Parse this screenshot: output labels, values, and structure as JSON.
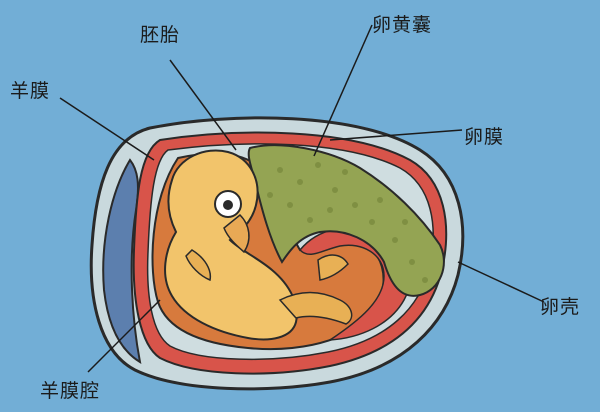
{
  "labels": {
    "embryo": "胚胎",
    "yolk_sac": "卵黄囊",
    "amnion": "羊膜",
    "egg_membrane": "卵膜",
    "eggshell": "卵壳",
    "amniotic_cavity": "羊膜腔"
  },
  "colors": {
    "background": "#72aed6",
    "shell_outline": "#2a2a2a",
    "shell_fill": "#c9d9dd",
    "membrane_red": "#d8544a",
    "air_space": "#5c7fae",
    "amniotic_fluid": "#d77a3d",
    "embryo_body": "#f2c46b",
    "yolk": "#94a453"
  }
}
